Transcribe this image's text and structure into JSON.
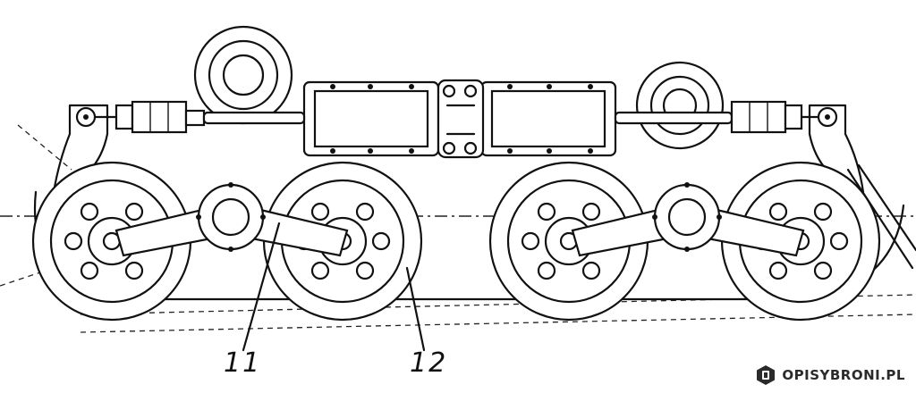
{
  "callouts": [
    {
      "id": "11",
      "text": "11"
    },
    {
      "id": "12",
      "text": "12"
    }
  ],
  "watermark": {
    "text": "OPISYBRONI.PL",
    "icon": "gun-badge-icon"
  }
}
